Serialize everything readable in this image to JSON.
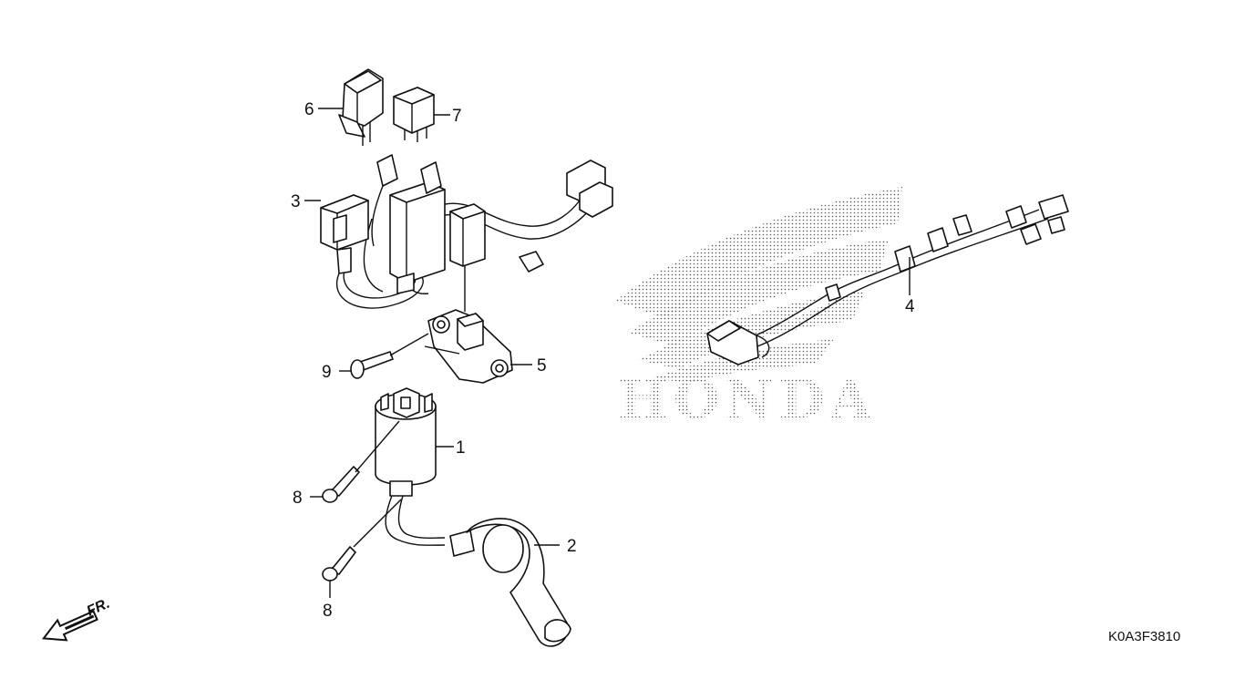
{
  "watermark": {
    "text": "HONDA"
  },
  "parts": [
    {
      "id": "callout-1",
      "label": "1"
    },
    {
      "id": "callout-2",
      "label": "2"
    },
    {
      "id": "callout-3",
      "label": "3"
    },
    {
      "id": "callout-4",
      "label": "4"
    },
    {
      "id": "callout-5",
      "label": "5"
    },
    {
      "id": "callout-6",
      "label": "6"
    },
    {
      "id": "callout-7",
      "label": "7"
    },
    {
      "id": "callout-8a",
      "label": "8"
    },
    {
      "id": "callout-8b",
      "label": "8"
    },
    {
      "id": "callout-9",
      "label": "9"
    }
  ],
  "direction": {
    "label": "FR."
  },
  "diagram_code": "K0A3F3810",
  "icons": {
    "front-arrow": "front-direction-arrow-icon"
  },
  "colors": {
    "ink": "#111111",
    "dots": "#555555"
  }
}
